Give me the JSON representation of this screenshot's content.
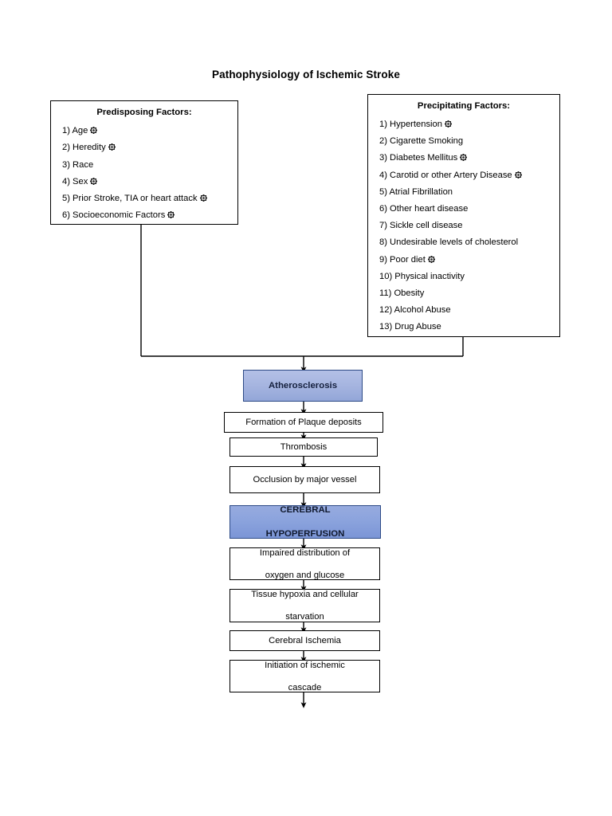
{
  "title": "Pathophysiology of Ischemic Stroke",
  "colors": {
    "accent_light": "#a6b5e0",
    "accent_medium": "#8ba3dd",
    "accent_border": "#2d4a86",
    "outline": "#000000",
    "background": "#ffffff"
  },
  "predisposing": {
    "heading": "Predisposing Factors:",
    "items": [
      {
        "label": "1) Age",
        "icon": "cog-icon"
      },
      {
        "label": "2) Heredity",
        "icon": "cog-icon"
      },
      {
        "label": "3) Race",
        "icon": ""
      },
      {
        "label": "4) Sex",
        "icon": "cog-icon"
      },
      {
        "label": "5) Prior Stroke, TIA or heart attack",
        "icon": "cog-icon"
      },
      {
        "label": "6) Socioeconomic Factors",
        "icon": "cog-icon"
      }
    ]
  },
  "precipitating": {
    "heading": "Precipitating Factors:",
    "items": [
      {
        "label": "1) Hypertension",
        "icon": "cog-icon"
      },
      {
        "label": "2) Cigarette Smoking",
        "icon": ""
      },
      {
        "label": "3) Diabetes Mellitus",
        "icon": "cog-icon"
      },
      {
        "label": "4) Carotid or other Artery Disease",
        "icon": "cog-icon"
      },
      {
        "label": "5) Atrial Fibrillation",
        "icon": ""
      },
      {
        "label": "6) Other heart disease",
        "icon": ""
      },
      {
        "label": "7) Sickle cell disease",
        "icon": ""
      },
      {
        "label": "8) Undesirable levels of cholesterol",
        "icon": ""
      },
      {
        "label": "9) Poor diet",
        "icon": "cog-icon"
      },
      {
        "label": "10) Physical inactivity",
        "icon": ""
      },
      {
        "label": "11) Obesity",
        "icon": ""
      },
      {
        "label": "12) Alcohol Abuse",
        "icon": ""
      },
      {
        "label": "13) Drug Abuse",
        "icon": ""
      }
    ]
  },
  "chain": [
    {
      "id": "atherosclerosis",
      "text": "Atherosclerosis",
      "style": "accent-1"
    },
    {
      "id": "plaque-deposits",
      "text": "Formation of Plaque deposits",
      "style": "plain"
    },
    {
      "id": "thrombosis",
      "text": "Thrombosis",
      "style": "plain"
    },
    {
      "id": "occlusion",
      "text": "Occlusion by major vessel",
      "style": "plain"
    },
    {
      "id": "cerebral-hypoperfusion",
      "line1": "CEREBRAL",
      "line2": "HYPOPERFUSION",
      "style": "accent-2"
    },
    {
      "id": "impaired-distribution",
      "line1": "Impaired distribution of",
      "line2": "oxygen and glucose",
      "style": "plain"
    },
    {
      "id": "tissue-hypoxia",
      "line1": "Tissue hypoxia and cellular",
      "line2": "starvation",
      "style": "plain"
    },
    {
      "id": "cerebral-ischemia",
      "text": "Cerebral Ischemia",
      "style": "plain"
    },
    {
      "id": "ischemic-cascade",
      "line1": "Initiation of ischemic",
      "line2": "cascade",
      "style": "plain"
    }
  ]
}
